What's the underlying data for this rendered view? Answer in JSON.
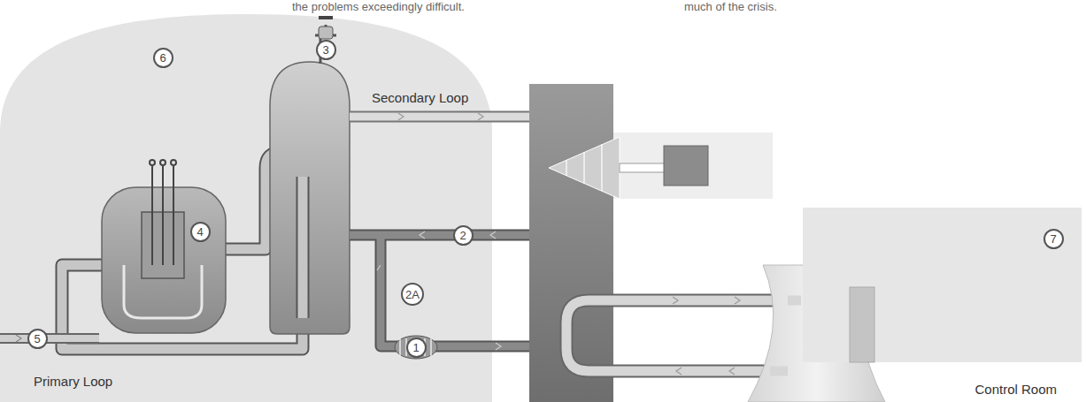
{
  "diagram": {
    "nodes": [
      {
        "text": [
          "6"
        ]
      },
      {
        "text": [
          "3"
        ]
      },
      {
        "text": [
          "4"
        ]
      },
      {
        "text": [
          "2"
        ]
      },
      {
        "text": [
          "Control Room"
        ]
      },
      {
        "text": [
          "7"
        ],
        "in": 4
      },
      {
        "text": [
          "2A"
        ]
      },
      {
        "text": [
          "5"
        ]
      },
      {
        "text": [
          "1"
        ]
      }
    ],
    "labels": [
      "the problems exceedingly difficult.",
      "much of the crisis.",
      "Secondary Loop",
      "Primary Loop"
    ]
  }
}
